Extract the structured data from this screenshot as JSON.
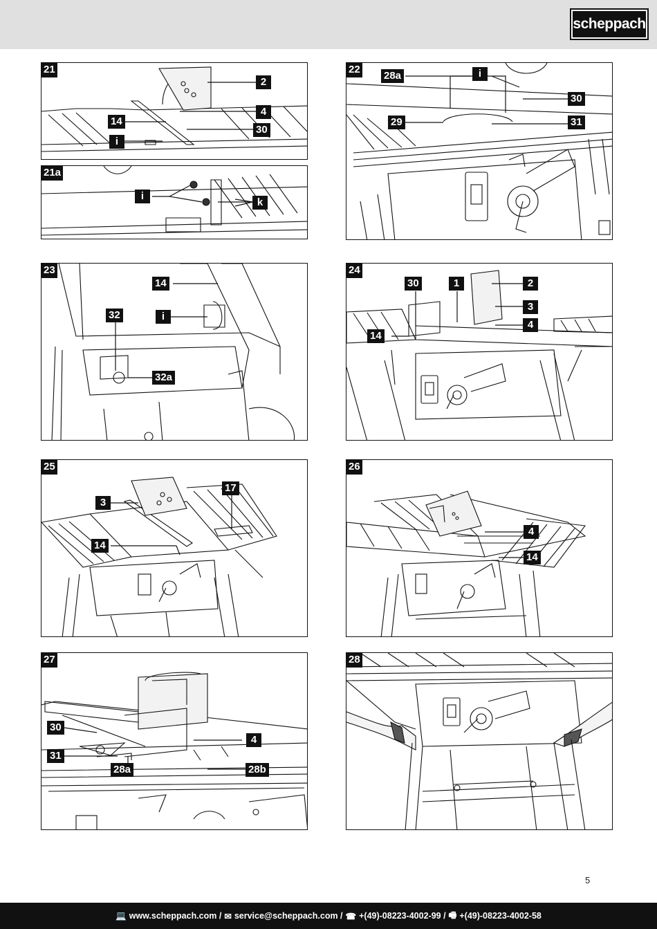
{
  "header": {
    "brand": "scheppach"
  },
  "figures": [
    {
      "id": "21",
      "labels": [
        "2",
        "4",
        "14",
        "30",
        "i"
      ]
    },
    {
      "id": "21a",
      "labels": [
        "i",
        "k"
      ]
    },
    {
      "id": "22",
      "labels": [
        "28a",
        "i",
        "30",
        "29",
        "31"
      ]
    },
    {
      "id": "23",
      "labels": [
        "14",
        "32",
        "i",
        "32a"
      ]
    },
    {
      "id": "24",
      "labels": [
        "30",
        "1",
        "2",
        "3",
        "4",
        "14"
      ]
    },
    {
      "id": "25",
      "labels": [
        "17",
        "3",
        "14"
      ]
    },
    {
      "id": "26",
      "labels": [
        "4",
        "14"
      ]
    },
    {
      "id": "27",
      "labels": [
        "30",
        "4",
        "31",
        "28a",
        "28b"
      ]
    },
    {
      "id": "28",
      "labels": []
    }
  ],
  "page_number": "5",
  "footer": {
    "web": "www.scheppach.com /",
    "email": "service@scheppach.com /",
    "phone": "+(49)-08223-4002-99 /",
    "fax": "+(49)-08223-4002-58",
    "icons": [
      "computer-icon",
      "mail-icon",
      "phone-icon",
      "fax-icon"
    ]
  }
}
